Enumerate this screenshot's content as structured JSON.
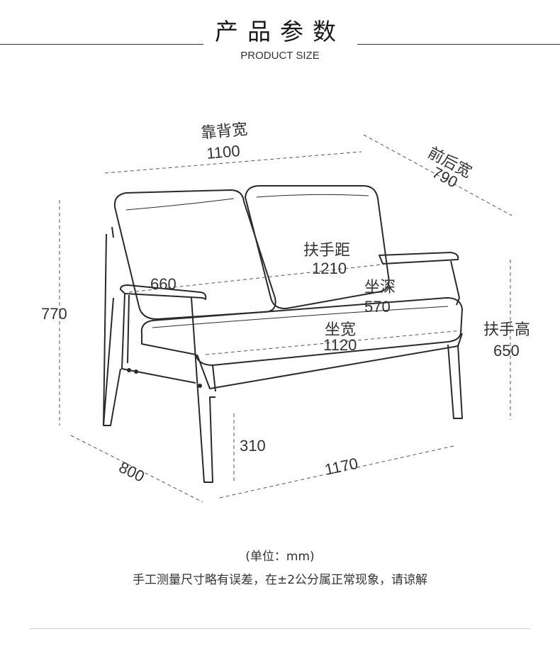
{
  "header": {
    "title_zh": "产品参数",
    "title_en": "PRODUCT SIZE"
  },
  "dimensions": {
    "backrest_width": {
      "label": "靠背宽",
      "value": "1100"
    },
    "front_back_width": {
      "label": "前后宽",
      "value": "790"
    },
    "armrest_distance": {
      "label": "扶手距",
      "value": "1210"
    },
    "armrest_depth": {
      "value": "660"
    },
    "seat_depth": {
      "label": "坐深",
      "value": "570"
    },
    "seat_width": {
      "label": "坐宽",
      "value": "1120"
    },
    "overall_height": {
      "value": "770"
    },
    "armrest_height": {
      "label": "扶手高",
      "value": "650"
    },
    "seat_height": {
      "value": "310"
    },
    "overall_depth": {
      "value": "800"
    },
    "overall_length": {
      "value": "1170"
    }
  },
  "notes": {
    "unit": "(单位：mm)",
    "disclaimer": "手工测量尺寸略有误差，在±2公分属正常现象，请谅解"
  },
  "colors": {
    "line": "#2a2a2a",
    "dash": "#555555"
  }
}
